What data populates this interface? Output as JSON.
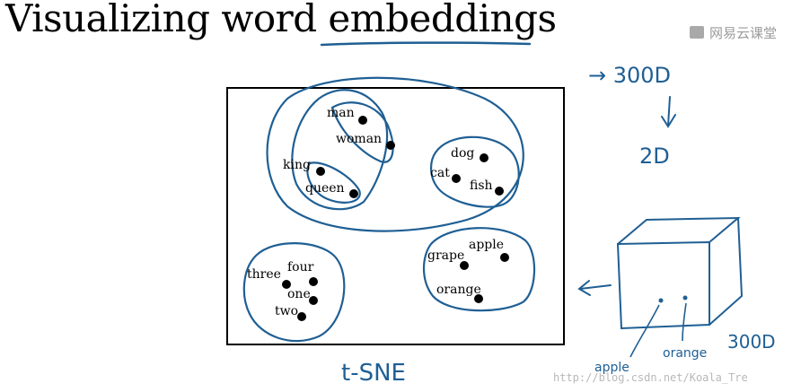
{
  "title": "Visualizing word embeddings",
  "watermark": "网易云课堂",
  "credit": "http://blog.csdn.net/Koala_Tre",
  "colors": {
    "ink": "#1f5f94",
    "dot": "#000000"
  },
  "words": [
    "man",
    "woman",
    "king",
    "queen",
    "dog",
    "cat",
    "fish",
    "apple",
    "grape",
    "orange",
    "three",
    "four",
    "one",
    "two"
  ],
  "annotations": {
    "dims_from": "→ 300D",
    "dims_to": "2D",
    "method": "t-SNE",
    "cube_dims": "300D",
    "cube_apple": "apple",
    "cube_orange": "orange"
  }
}
